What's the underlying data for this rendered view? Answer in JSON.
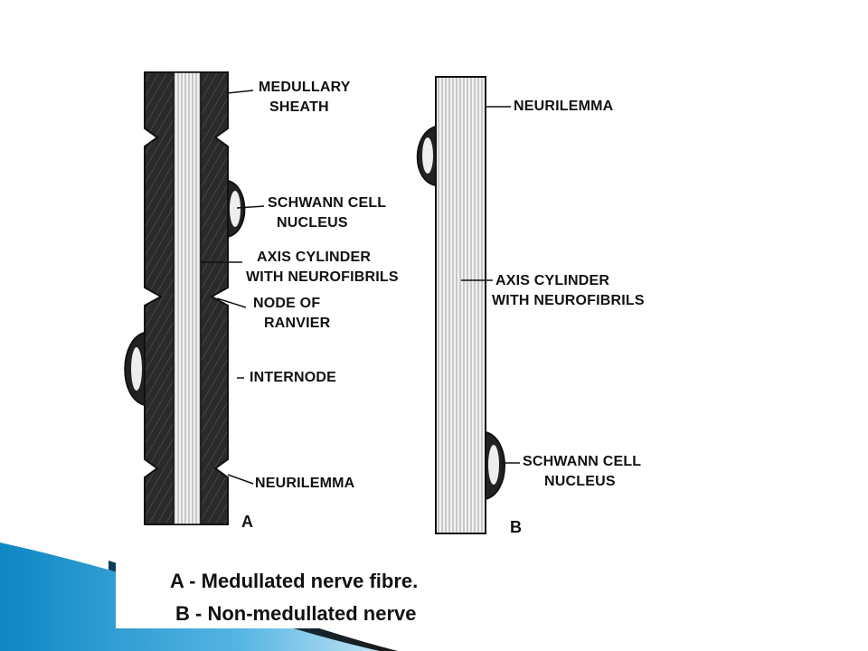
{
  "panel_a": {
    "letter": "A",
    "labels": {
      "medullary_sheath_1": "MEDULLARY",
      "medullary_sheath_2": "SHEATH",
      "schwann_1": "SCHWANN CELL",
      "schwann_2": "NUCLEUS",
      "axis_1": "AXIS CYLINDER",
      "axis_2": "WITH NEUROFIBRILS",
      "node_1": "NODE OF",
      "node_2": "RANVIER",
      "internode": "INTERNODE",
      "neurilemma": "NEURILEMMA"
    }
  },
  "panel_b": {
    "letter": "B",
    "labels": {
      "neurilemma": "NEURILEMMA",
      "axis_1": "AXIS CYLINDER",
      "axis_2": "WITH NEUROFIBRILS",
      "schwann_1": "SCHWANN CELL",
      "schwann_2": "NUCLEUS"
    }
  },
  "caption": {
    "line_a": "A - Medullated nerve fibre.",
    "line_b": "B - Non-medullated nerve"
  },
  "colors": {
    "sheath": "#2a2a2a",
    "axis_fill": "#f2f2f2",
    "accent_blue": "#0e87c4",
    "accent_dark": "#0b3d5c"
  }
}
